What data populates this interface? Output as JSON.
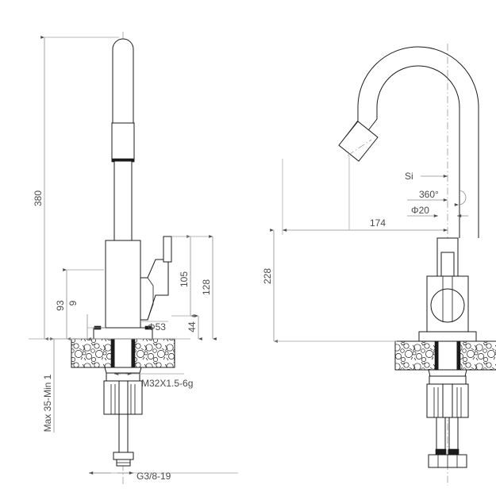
{
  "drawing": {
    "title": "Kitchen mixer tap dimensional drawing",
    "background_color": "#ffffff",
    "object_line_color": "#1b1b1b",
    "dimension_line_color": "#8c8c8c",
    "dimension_text_color": "#4a4a4a",
    "views": [
      {
        "id": "front-view",
        "name": "front-elevation"
      },
      {
        "id": "side-view",
        "name": "side-elevation"
      }
    ]
  },
  "dimensions": {
    "front": {
      "overall_height": "380",
      "body_height": "93",
      "base_height": "9",
      "handle_height": "105",
      "spout_offset": "128",
      "lever_height": "44",
      "body_diameter": "Φ53",
      "thread": "M32X1.5-6g",
      "mount_thickness": "Max 35-Min 1",
      "inlet_thread": "G3/8-19"
    },
    "side": {
      "spout_height": "228",
      "spout_reach": "174",
      "aerator_note": "Si",
      "swivel": "360°",
      "outlet_diameter": "Φ20"
    }
  },
  "labels": {
    "overall_height": "380",
    "body_height": "93",
    "base_height": "9",
    "handle_height": "105",
    "spout_offset": "128",
    "lever_height": "44",
    "body_diameter": "Φ53",
    "thread": "M32X1.5-6g",
    "mount_thickness": "Max 35-Min 1",
    "inlet_thread": "G3/8-19",
    "spout_height": "228",
    "spout_reach": "174",
    "aerator_note": "Si",
    "swivel": "360°",
    "outlet_diameter": "Φ20"
  }
}
